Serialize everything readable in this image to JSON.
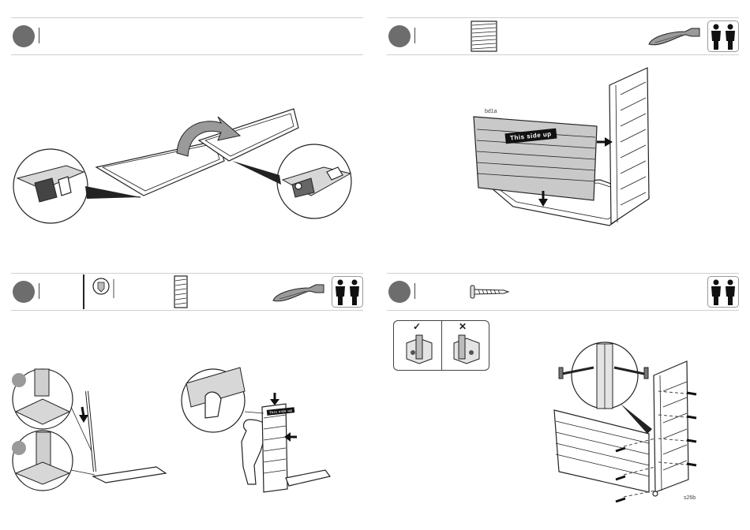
{
  "steps": [
    {
      "id": "step-a",
      "number": "",
      "icons": []
    },
    {
      "id": "step-b",
      "number": "",
      "icons": [
        "panel-icon",
        "screwdriver-icon",
        "two-person-icon"
      ]
    },
    {
      "id": "step-c",
      "number": "",
      "icons": [
        "corner-post-icon",
        "panel-icon",
        "screwdriver-icon",
        "two-person-icon"
      ]
    },
    {
      "id": "step-d",
      "number": "",
      "icons": [
        "screw-icon",
        "two-person-icon"
      ]
    }
  ],
  "labels": {
    "this_side_up": "This side up",
    "part_bd1a": "bd1a",
    "part_s26b": "s26b",
    "check_mark": "✓",
    "cross_mark": "✕"
  }
}
